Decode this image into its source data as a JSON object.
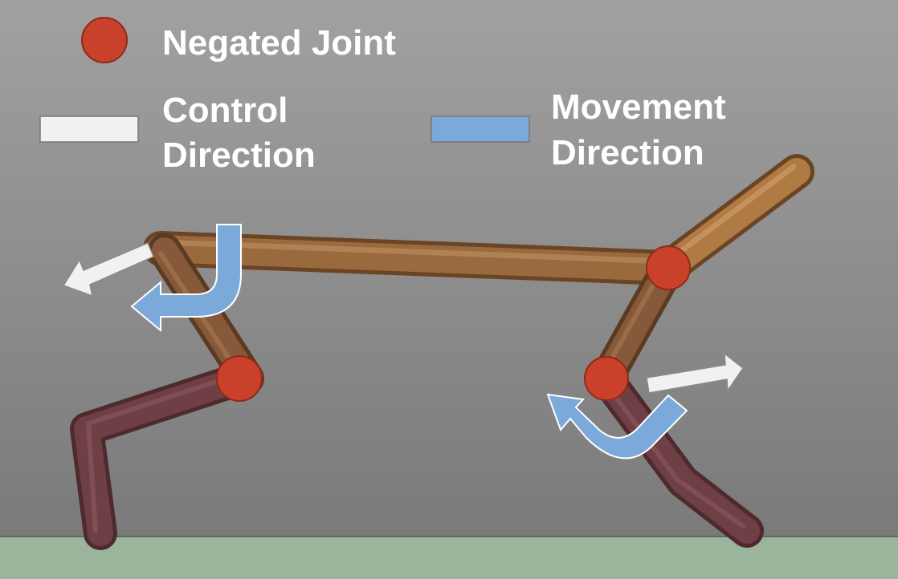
{
  "legend": {
    "joint_label": "Negated Joint",
    "control_label_line1": "Control",
    "control_label_line2": "Direction",
    "movement_label_line1": "Movement",
    "movement_label_line2": "Direction"
  },
  "colors": {
    "background_top": "#9c9c9c",
    "background_bottom": "#7a7a7a",
    "ground": "#9bb59d",
    "joint": "#c9412b",
    "control_arrow": "#f1f1ef",
    "movement_arrow": "#7ba9da",
    "upper_link": "#9a6a3f",
    "lower_link": "#6b3c40"
  }
}
